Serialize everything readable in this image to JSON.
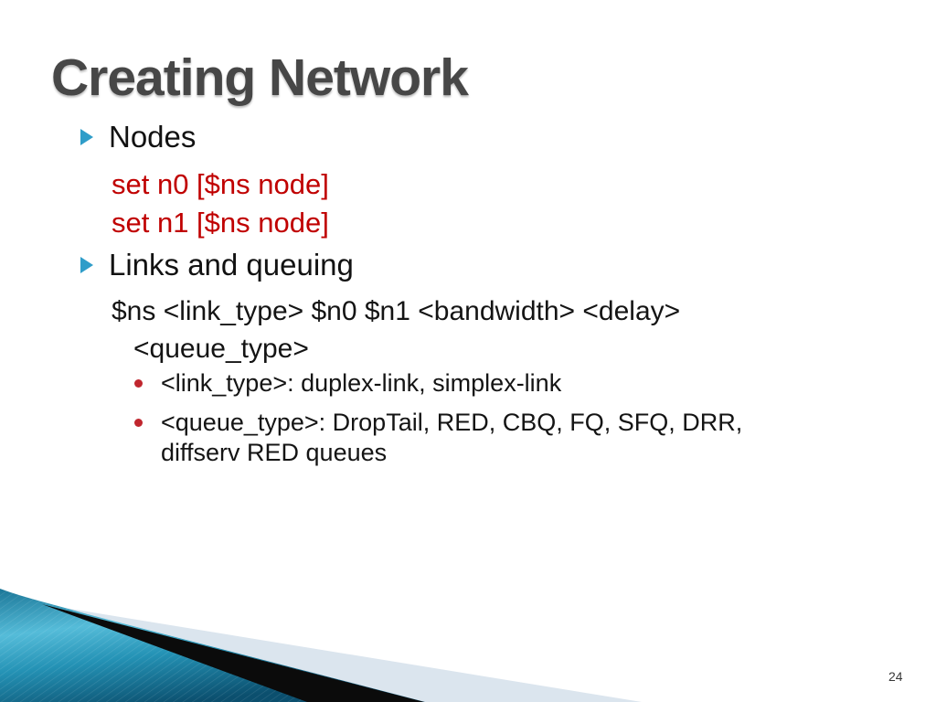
{
  "title": "Creating Network",
  "page_number": "24",
  "bullets": {
    "level1_items": [
      {
        "label": "Nodes"
      },
      {
        "label": "Links and queuing"
      }
    ]
  },
  "code": {
    "line1": "set n0 [$ns node]",
    "line2": "set n1 [$ns node]"
  },
  "syntax": {
    "line1": "$ns <link_type> $n0 $n1 <bandwidth> <delay>",
    "line2": "<queue_type>"
  },
  "subbullets": {
    "item1": {
      "line1": "<link_type>: duplex-link, simplex-link"
    },
    "item2": {
      "line1": "<queue_type>: DropTail, RED, CBQ, FQ, SFQ, DRR,",
      "line2": "diffserv RED queues"
    }
  },
  "icons": {
    "level1_bullet": "triangle-right-icon",
    "level2_bullet": "dot-icon"
  },
  "colors": {
    "title_gray": "#474747",
    "body_black": "#141414",
    "code_red": "#c00000",
    "bullet_teal": "#2f9dc9",
    "bullet_dot_red": "#c0262e",
    "swoosh_teal_light": "#55bcd9",
    "swoosh_teal_mid": "#2492b5",
    "swoosh_teal_dark": "#0b4f6e",
    "swoosh_black": "#0b0b0b",
    "swoosh_pale_blue": "#dbe5ee"
  }
}
